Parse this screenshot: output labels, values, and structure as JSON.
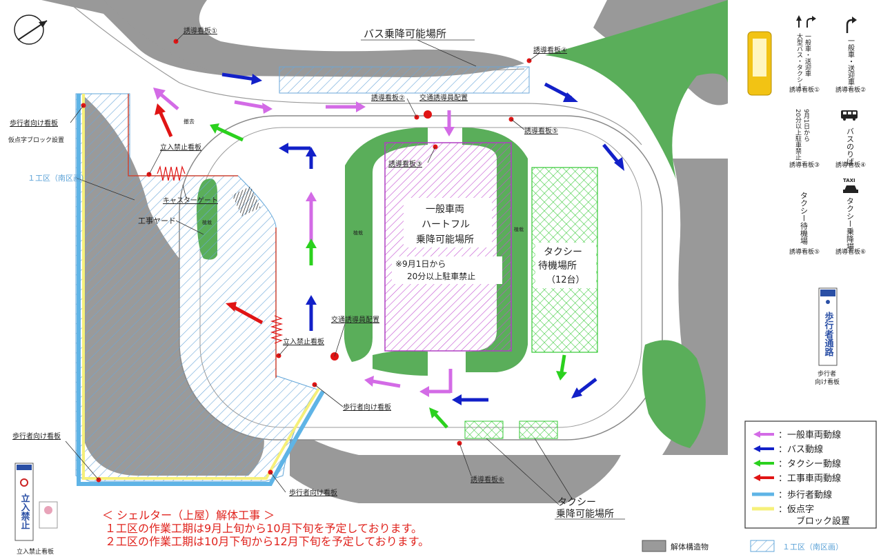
{
  "labels": {
    "guide1": "誘導看板①",
    "guide2": "誘導看板②",
    "guide3": "誘導看板③",
    "guide4": "誘導看板④",
    "guide5": "誘導看板⑤",
    "guide6": "誘導看板⑥",
    "bus_area": "バス乗降可能場所",
    "traffic_staff_1": "交通誘導員配置",
    "traffic_staff_2": "交通誘導員配置",
    "pedestrian_sign_left": "歩行者向け看板",
    "block_install": "仮点字ブロック設置",
    "no_entry_1": "立入禁止看板",
    "no_entry_2": "立入禁止看板",
    "zone1": "１工区（南区画）",
    "caster_gate": "キャスターゲート",
    "work_yard": "工事ヤード",
    "remove": "撤去",
    "pedestrian_sign_center": "歩行者向け看板",
    "pedestrian_sign_bottom_left": "歩行者向け看板",
    "pedestrian_sign_bottom": "歩行者向け看板",
    "planting": "植栽",
    "general_area_l1": "一般車両",
    "general_area_l2": "ハートフル",
    "general_area_l3": "乗降可能場所",
    "parking_note_l1": "※9月1日から",
    "parking_note_l2": "20分以上駐車禁止",
    "taxi_wait_l1": "タクシー",
    "taxi_wait_l2": "待機場所",
    "taxi_wait_l3": "（12台）",
    "taxi_pickup_l1": "タクシー",
    "taxi_pickup_l2": "乗降可能場所",
    "no_entry_sign_bottom": "立入禁止看板"
  },
  "signs": {
    "s1_caption": "誘導看板①",
    "s1_text_a": "大型バス・タクシー",
    "s1_text_b": "一般車・送迎車",
    "s2_caption": "誘導看板②",
    "s2_text": "一般車・送迎車",
    "s3_caption": "誘導看板③",
    "s3_text_a": "9月1日から",
    "s3_text_b": "20分以上駐車禁止",
    "s4_caption": "誘導看板④",
    "s4_text": "バスのりば",
    "s5_caption": "誘導看板⑤",
    "s5_text": "タクシー待機場",
    "s6_caption": "誘導看板⑥",
    "s6_text": "タクシー乗降場",
    "taxi_badge": "TAXI",
    "pedestrian_board_text": "歩行者通路",
    "pedestrian_board_caption_l1": "歩行者",
    "pedestrian_board_caption_l2": "向け看板",
    "no_entry_board_text": "立入禁止"
  },
  "legend": {
    "items": [
      {
        "label": "：一般車両動線",
        "color": "#d36be6"
      },
      {
        "label": "：バス動線",
        "color": "#1220c8"
      },
      {
        "label": "：タクシー動線",
        "color": "#2bd11e"
      },
      {
        "label": "：工事車両動線",
        "color": "#e01414"
      },
      {
        "label": "：歩行者動線",
        "color": "#5fb4e6"
      },
      {
        "label": "：仮点字",
        "color": "#f6f07a"
      }
    ],
    "block_line2": "ブロック設置",
    "demolition_label": "解体構造物",
    "zone_label": "１工区（南区画）"
  },
  "footer": {
    "line1": "＜ シェルター（上屋）解体工事 ＞",
    "line2": "１工区の作業工期は9月上旬から10月下旬を予定しております。",
    "line3": "２工区の作業工期は10月下旬から12月下旬を予定しております。"
  },
  "colors": {
    "general": "#d36be6",
    "bus": "#1220c8",
    "taxi": "#2bd11e",
    "construction": "#e01414",
    "pedestrian": "#5fb4e6",
    "block": "#f6f07a",
    "demolition": "#8c8c8c",
    "planting": "#5aae5a"
  }
}
